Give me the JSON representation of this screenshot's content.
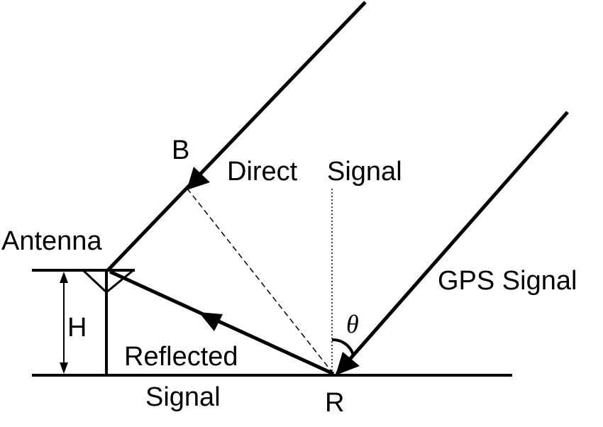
{
  "colors": {
    "ink": "#000000",
    "background": "#ffffff"
  },
  "labels": {
    "point_b": "B",
    "direct_signal_1": "Direct",
    "direct_signal_2": "Signal",
    "antenna": "Antenna",
    "gps_signal": "GPS Signal",
    "height": "H",
    "angle": "θ",
    "reflected_1": "Reflected",
    "reflected_2": "Signal",
    "point_r": "R"
  }
}
